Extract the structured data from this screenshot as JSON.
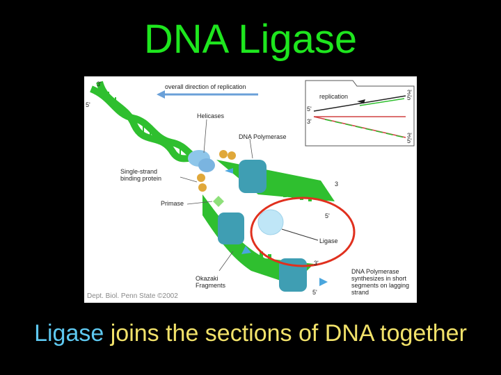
{
  "title": "DNA Ligase",
  "figure": {
    "direction_label": "overall direction of replication",
    "end_3_top": "3'",
    "end_5_top": "5'",
    "helicases": "Helicases",
    "dna_polymerase": "DNA Polymerase",
    "ssb": "Single-strand binding protein",
    "primase": "Primase",
    "okazaki": "Okazaki Fragments",
    "ligase": "Ligase",
    "end_3_right": "3",
    "end_5_right": "5'",
    "end_3_bottom": "3'",
    "end_5_bottom": "5'",
    "lagging_note": "DNA Polymerase synthesizes in short segments on lagging strand",
    "credit": "Dept. Biol. Penn State ©2002",
    "inset": {
      "replication": "replication",
      "e5a": "5'",
      "e3a": "3'",
      "e3b": "3'",
      "e5b": "5'",
      "r3": "3'",
      "r5": "5'"
    }
  },
  "caption": {
    "part1": "Ligase",
    "part2": " joins the sections of DNA together"
  },
  "colors": {
    "title": "#1ee61e",
    "caption_highlight": "#5ec8f0",
    "caption_text": "#f2e26a",
    "dna_green": "#2fbf2f",
    "ligase_circle": "#e0301e"
  }
}
